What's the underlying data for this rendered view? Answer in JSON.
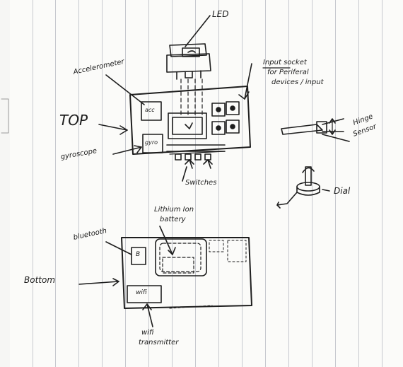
{
  "labels": {
    "led": "LED",
    "input_socket_line1": "Input socket",
    "input_socket_line2": "for Periferal",
    "input_socket_line3": "devices / input",
    "accelerometer": "Accelerometer",
    "acc_chip": "acc",
    "top": "TOP",
    "gyroscope": "gyroscope",
    "gyro_chip": "gyro",
    "hinge_sensor_line1": "Hinge",
    "hinge_sensor_line2": "Sensor",
    "switches": "Switches",
    "dial": "Dial",
    "lithium_battery_line1": "Lithium Ion",
    "lithium_battery_line2": "battery",
    "bluetooth": "bluetooth",
    "bluetooth_chip": "B",
    "bottom": "Bottom",
    "wifi_chip": "wifi",
    "wifi_transmitter_line1": "wifi",
    "wifi_transmitter_line2": "transmitter"
  }
}
